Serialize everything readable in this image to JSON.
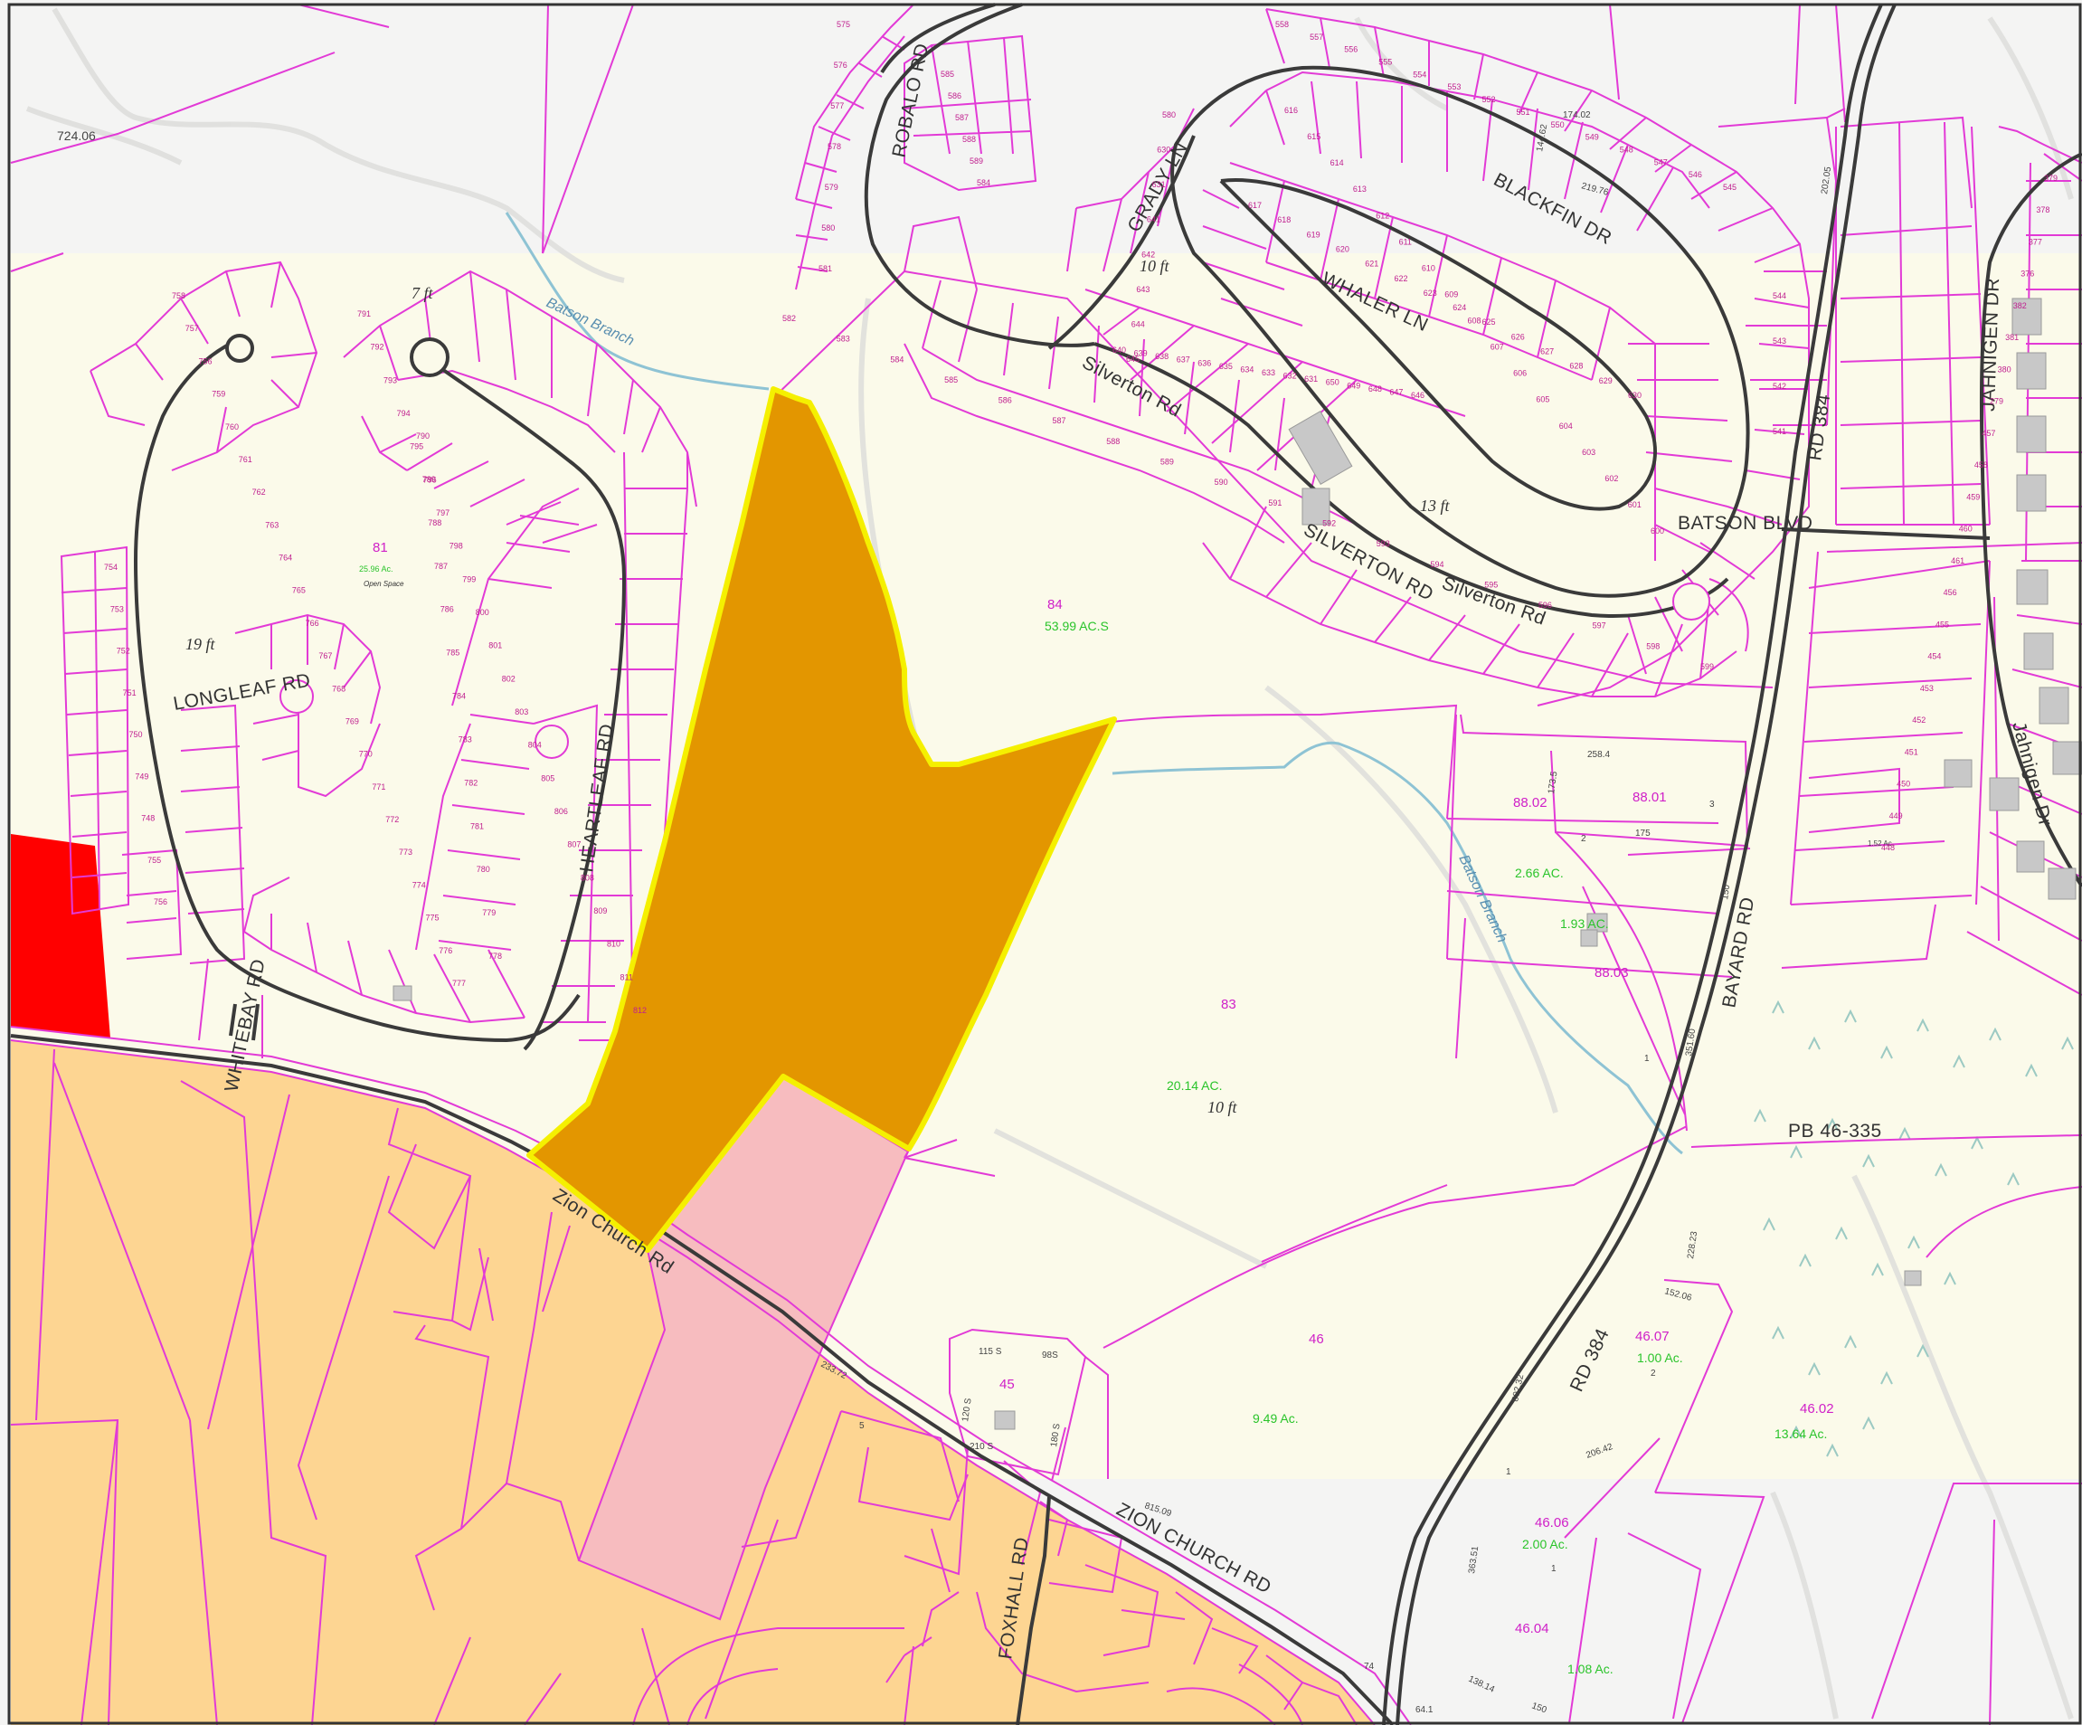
{
  "colors": {
    "background": "#ffffff",
    "hillshade": "#f4f4f3",
    "study_zone": "#fbfaea",
    "parcel_line": "#e23ad6",
    "road": "#3a3a3a",
    "stream": "#8ec3d4",
    "subject_fill": "#e39600",
    "subject_outline": "#f5f000",
    "pink_parcel": "#f7bcbf",
    "tan_zone": "#fdd592",
    "red_parcel": "#ff0000",
    "wetland": "#b8d9d3"
  },
  "roads": {
    "robalo": "ROBALO RD",
    "grady": "GRADY LN",
    "blackfin": "BLACKFIN DR",
    "whaler": "WHALER LN",
    "silverton_upper": "Silverton Rd",
    "silverton_lower": "SILVERTON RD",
    "silverton_lower_b": "Silverton Rd",
    "batson_blvd": "BATSON BLVD",
    "bayard": "BAYARD RD",
    "rd384": "RD 384",
    "rd384_b": "RD 384",
    "jahnigen": "JAHNIGEN DR",
    "jahnigen_b": "Jahnigen Dr",
    "longleaf": "LONGLEAF RD",
    "heartleaf": "HEARTLEAF RD",
    "whitebay": "WHITEBAY RD",
    "zion_upper": "Zion Church Rd",
    "zion_lower": "ZION CHURCH RD",
    "foxhall": "FOXHALL RD",
    "pb": "PB 46-335"
  },
  "streams": {
    "upper": "Batson Branch",
    "lower": "Batson Branch"
  },
  "elevations": {
    "e1": "7 ft",
    "e2": "10 ft",
    "e3": "13 ft",
    "e4": "19 ft",
    "e5": "10 ft"
  },
  "parcels": {
    "p81": {
      "num": "81",
      "acres": "25.96 Ac.",
      "note": "Open Space"
    },
    "p84": {
      "num": "84",
      "acres": "53.99 AC.S"
    },
    "p83": {
      "num": "83",
      "acres": "20.14 AC."
    },
    "p46": {
      "num": "46",
      "acres": "9.49 Ac."
    },
    "p45": {
      "num": "45"
    },
    "p8802": {
      "num": "88.02",
      "acres": "2.66 AC."
    },
    "p8801": {
      "num": "88.01",
      "acres": "1.93 AC."
    },
    "p8803": {
      "num": "88.03"
    },
    "p4607": {
      "num": "46.07",
      "acres": "1.00 Ac."
    },
    "p4602": {
      "num": "46.02",
      "acres": "13.64 Ac."
    },
    "p4606": {
      "num": "46.06",
      "acres": "2.00 Ac."
    },
    "p4604": {
      "num": "46.04",
      "acres": "1.08 Ac."
    }
  },
  "dimensions": {
    "d1": "724.06",
    "d2": "174.02",
    "d3": "144.62",
    "d4": "219.76",
    "d5": "202.05",
    "d6": "258.4",
    "d7": "173.5",
    "d8": "175",
    "d9": "150",
    "d10": "351.60",
    "d11": "233.72",
    "d12": "815.09",
    "d13": "152.06",
    "d14": "228.23",
    "d15": "892.32",
    "d16": "206.42",
    "d17": "138.14",
    "d18": "74",
    "d19": "64.1",
    "d20": "150",
    "d21": "115 S",
    "d22": "210 S",
    "d23": "120 S",
    "d24": "180 S",
    "d25": "98S",
    "d26": "363.51",
    "d27": "5",
    "d28": "2",
    "d29": "3",
    "d30": "1",
    "d31": "1",
    "d32": "1",
    "d33": "2",
    "d34": "1.52 Ac."
  },
  "lots": {
    "robalo_west": [
      "575",
      "576",
      "577",
      "578",
      "579",
      "580",
      "581"
    ],
    "robalo_east": [
      "585",
      "586",
      "587",
      "588",
      "589",
      "584"
    ],
    "blackfin_north": [
      "558",
      "557",
      "556",
      "555",
      "554",
      "553",
      "552",
      "551",
      "550",
      "549",
      "548",
      "547",
      "546",
      "545"
    ],
    "blackfin_inner": [
      "616",
      "615",
      "614",
      "613",
      "612",
      "611",
      "610",
      "609",
      "608",
      "607",
      "606",
      "605",
      "604",
      "603",
      "602",
      "601",
      "600"
    ],
    "grady_west": [
      "580",
      "630",
      "631",
      "641",
      "642",
      "643",
      "644",
      "645"
    ],
    "grady_inner": [
      "617",
      "618",
      "619",
      "620",
      "621",
      "622",
      "623",
      "624",
      "625",
      "626",
      "627",
      "628",
      "629",
      "630"
    ],
    "silverton_north": [
      "582",
      "583",
      "584",
      "585",
      "586",
      "587",
      "588",
      "589",
      "590",
      "591",
      "592",
      "593",
      "594",
      "595",
      "596",
      "597",
      "598",
      "599"
    ],
    "loop_inner": [
      "640",
      "639",
      "638",
      "637",
      "636",
      "635",
      "634",
      "633",
      "632",
      "631",
      "650",
      "649",
      "648",
      "647",
      "646"
    ],
    "bayard_lots": [
      "544",
      "543",
      "542",
      "541"
    ],
    "west_lots": [
      "758",
      "757",
      "756",
      "759",
      "760",
      "761",
      "762",
      "763",
      "764",
      "765",
      "766",
      "767",
      "768",
      "769",
      "770",
      "771",
      "772",
      "773",
      "774",
      "775",
      "776",
      "777"
    ],
    "heartleaf_east": [
      "791",
      "792",
      "793",
      "794",
      "795",
      "796",
      "797",
      "798",
      "799",
      "800",
      "801",
      "802",
      "803",
      "804",
      "805",
      "806",
      "807",
      "808",
      "809",
      "810",
      "811",
      "812"
    ],
    "heartleaf_west": [
      "790",
      "789",
      "788",
      "787",
      "786",
      "785",
      "784",
      "783",
      "782",
      "781",
      "780",
      "779",
      "778"
    ],
    "longleaf_lots": [
      "754",
      "753",
      "752",
      "751",
      "750",
      "749",
      "748",
      "755",
      "756"
    ],
    "jahnigen_west": [
      "379",
      "378",
      "377",
      "376",
      "382",
      "381",
      "380",
      "279",
      "457",
      "458",
      "459",
      "460",
      "461",
      "456",
      "455",
      "454",
      "453",
      "452",
      "451",
      "450",
      "449",
      "448"
    ]
  }
}
